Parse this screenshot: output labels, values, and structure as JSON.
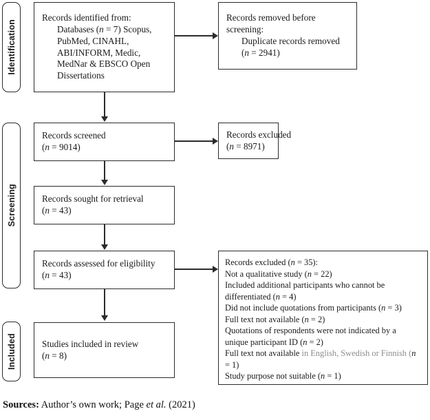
{
  "diagram": {
    "type": "prisma-flow-diagram",
    "stages": [
      {
        "id": "identification",
        "label": "Identification"
      },
      {
        "id": "screening",
        "label": "Screening"
      },
      {
        "id": "included",
        "label": "Included"
      }
    ],
    "nodes": {
      "identified": {
        "line1": "Records identified from:",
        "line2_prefix": "Databases (",
        "line2_n": "n",
        "line2_suffix": " = 7) Scopus,",
        "line3": "PubMed, CINAHL,",
        "line4": "ABI/INFORM, Medic,",
        "line5": "MedNar & EBSCO Open",
        "line6": "Dissertations"
      },
      "removed": {
        "line1": "Records removed before",
        "line2": "screening:",
        "line3": "Duplicate records removed",
        "line4_open": "(",
        "line4_n": "n",
        "line4_close": " = 2941)"
      },
      "screened": {
        "line1": "Records screened",
        "line2_open": "(",
        "line2_n": "n",
        "line2_close": " = 9014)"
      },
      "excluded": {
        "line1": "Records excluded",
        "line2_open": "(",
        "line2_n": "n",
        "line2_close": " = 8971)"
      },
      "sought": {
        "line1": "Records sought for retrieval",
        "line2_open": "(",
        "line2_n": "n",
        "line2_close": " = 43)"
      },
      "assessed": {
        "line1": "Records assessed for eligibility",
        "line2_open": "(",
        "line2_n": "n",
        "line2_close": " = 43)"
      },
      "included_studies": {
        "line1": "Studies included in review",
        "line2_open": "(",
        "line2_n": "n",
        "line2_close": " = 8)"
      },
      "exclusions": {
        "heading_prefix": "Records excluded (",
        "heading_n": "n",
        "heading_suffix": " = 35):",
        "reasons": [
          {
            "text_before": "Not a qualitative study (",
            "n": "n",
            "text_after": " = 22)",
            "muted_text": ""
          },
          {
            "text_before": "Included additional participants who cannot be differentiated (",
            "n": "n",
            "text_after": " = 4)",
            "muted_text": ""
          },
          {
            "text_before": "Did not include quotations from participants (",
            "n": "n",
            "text_after": " = 3)",
            "muted_text": ""
          },
          {
            "text_before": "Full text not available (",
            "n": "n",
            "text_after": " = 2)",
            "muted_text": ""
          },
          {
            "text_before": "Quotations of respondents were not indicated by a unique participant ID (",
            "n": "n",
            "text_after": " = 2)",
            "muted_text": ""
          },
          {
            "text_before": "Full text not available",
            "n": "n",
            "text_after": " = 1)",
            "muted_text": " in English, Swedish or Finnish ("
          },
          {
            "text_before": "Study purpose not suitable (",
            "n": "n",
            "text_after": " = 1)",
            "muted_text": ""
          }
        ]
      }
    },
    "colors": {
      "border": "#2b2b2b",
      "text": "#1a1a1a",
      "muted_text": "#8c8c8c",
      "background": "#ffffff"
    }
  },
  "caption": {
    "label": "Sources:",
    "text_before": " Author’s own work; Page ",
    "italic": "et al.",
    "text_after": " (2021)"
  }
}
